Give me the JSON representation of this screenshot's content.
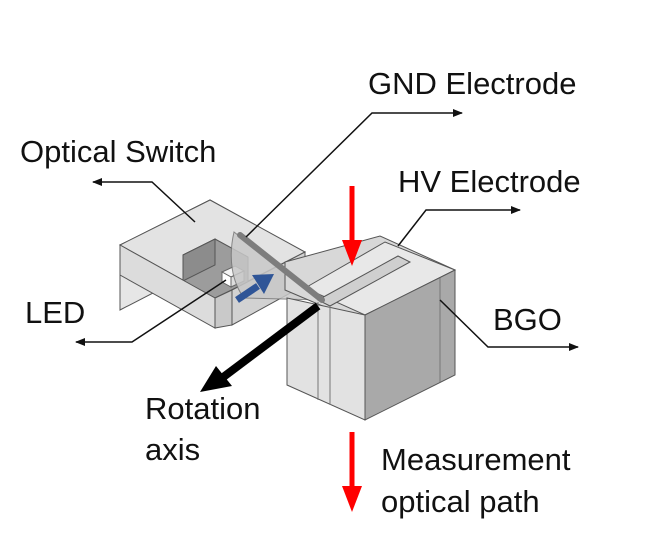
{
  "labels": {
    "gnd_electrode": "GND Electrode",
    "optical_switch": "Optical Switch",
    "hv_electrode": "HV Electrode",
    "led": "LED",
    "bgo": "BGO",
    "rotation_axis_line1": "Rotation",
    "rotation_axis_line2": "axis",
    "measurement_line1": "Measurement",
    "measurement_line2": "optical path"
  },
  "colors": {
    "block_light": "#e6e6e6",
    "block_mid": "#d6d6d6",
    "block_dark": "#a9a9a9",
    "electrode": "#8f8f8f",
    "red_arrow": "#ff0000",
    "blue_arrow": "#2f5597",
    "axis_arrow": "#000000",
    "leader_line": "#111111"
  }
}
